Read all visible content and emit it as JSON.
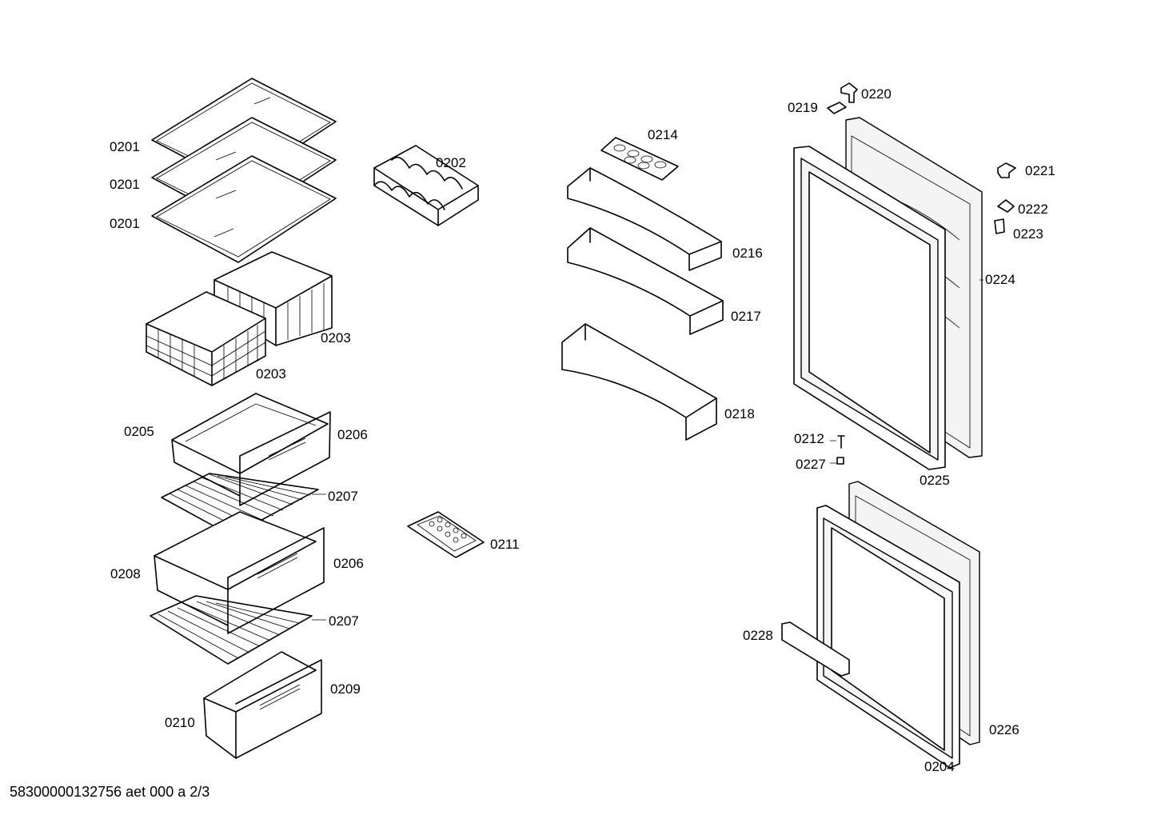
{
  "footer": "58300000132756 aet 000 a 2/3",
  "labels": {
    "l0201a": "0201",
    "l0201b": "0201",
    "l0201c": "0201",
    "l0202": "0202",
    "l0203a": "0203",
    "l0203b": "0203",
    "l0205": "0205",
    "l0206a": "0206",
    "l0207a": "0207",
    "l0208": "0208",
    "l0206b": "0206",
    "l0207b": "0207",
    "l0209": "0209",
    "l0210": "0210",
    "l0211": "0211",
    "l0214": "0214",
    "l0216": "0216",
    "l0217": "0217",
    "l0218": "0218",
    "l0219": "0219",
    "l0220": "0220",
    "l0221": "0221",
    "l0222": "0222",
    "l0223": "0223",
    "l0224": "0224",
    "l0212": "0212",
    "l0227": "0227",
    "l0225": "0225",
    "l0228": "0228",
    "l0226": "0226",
    "l0204": "0204"
  }
}
